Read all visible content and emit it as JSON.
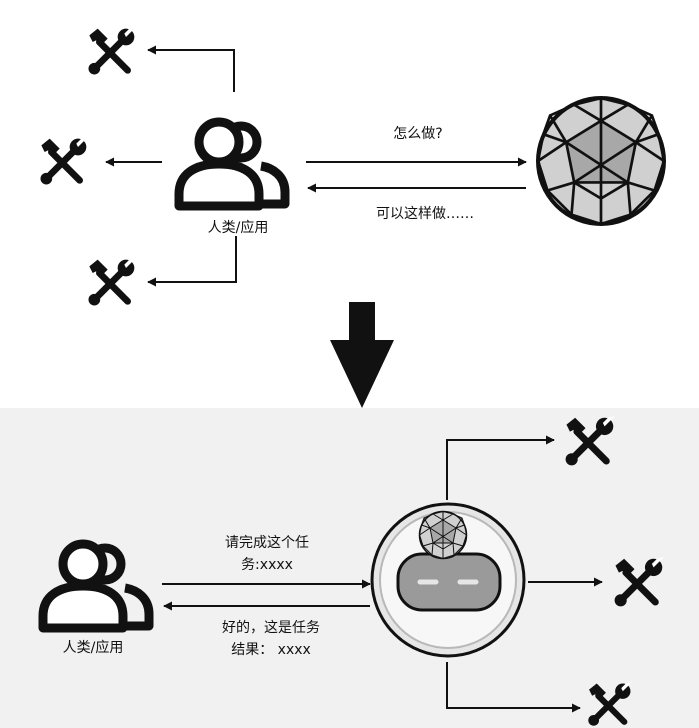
{
  "top": {
    "user_label": "人类/应用",
    "request_label": "怎么做?",
    "response_label": "可以这样做……"
  },
  "bottom": {
    "user_label": "人类/应用",
    "request_line1": "请完成这个任",
    "request_line2": "务:xxxx",
    "response_line1": "好的，这是任务",
    "response_line2": "结果：  xxxx"
  },
  "colors": {
    "ink": "#111111",
    "panel": "#f1f1f1",
    "robot_face": "#9a9a9a",
    "robot_ring": "#e6e6e6"
  }
}
